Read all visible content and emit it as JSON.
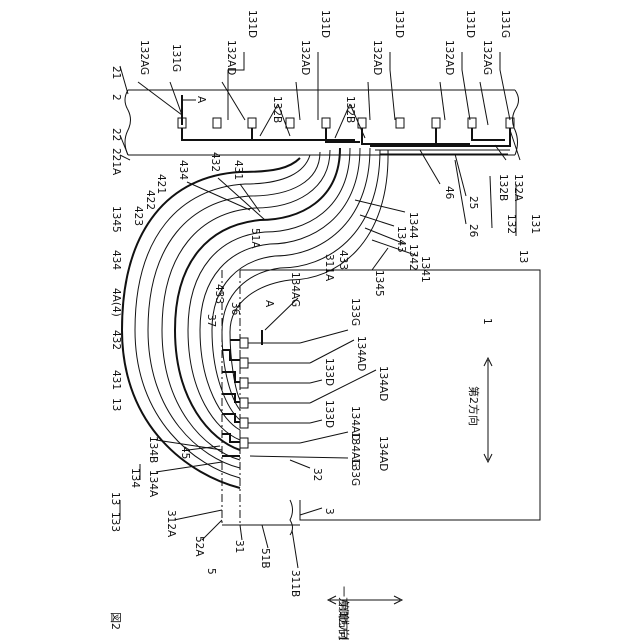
{
  "figure": {
    "label": "図2",
    "dir_second": "第2方向",
    "dir_first_1": "一方側",
    "dir_first_2": "第1方向",
    "dir_first_3": "他方側"
  },
  "top_labels": [
    "132AG",
    "131G",
    "132AD",
    "131D",
    "132AD",
    "131D",
    "132AD",
    "131D",
    "132AD",
    "131D",
    "132AG",
    "131G"
  ],
  "left_labels": [
    "21",
    "2",
    "22",
    "221A",
    "1345",
    "434",
    "4A(4)",
    "432",
    "431",
    "13",
    "131"
  ],
  "right_labels": [
    "132B",
    "132B",
    "46",
    "25",
    "26",
    "132B",
    "132A",
    "131",
    "132",
    "13"
  ],
  "curve_labels": [
    "434",
    "432",
    "431",
    "421",
    "422",
    "423",
    "1344",
    "1343",
    "1342",
    "1341",
    "1345",
    "311A",
    "433",
    "51A",
    "433",
    "36",
    "37",
    "134AG",
    "133G",
    "134AD",
    "133D",
    "134AD",
    "133D",
    "134AD",
    "134AG",
    "133G",
    "134AD"
  ],
  "bottom_labels": [
    "134B",
    "134",
    "134A",
    "133",
    "13",
    "45",
    "312A",
    "52A",
    "5",
    "31",
    "51B",
    "311B",
    "32",
    "3",
    "1",
    "A",
    "A"
  ]
}
